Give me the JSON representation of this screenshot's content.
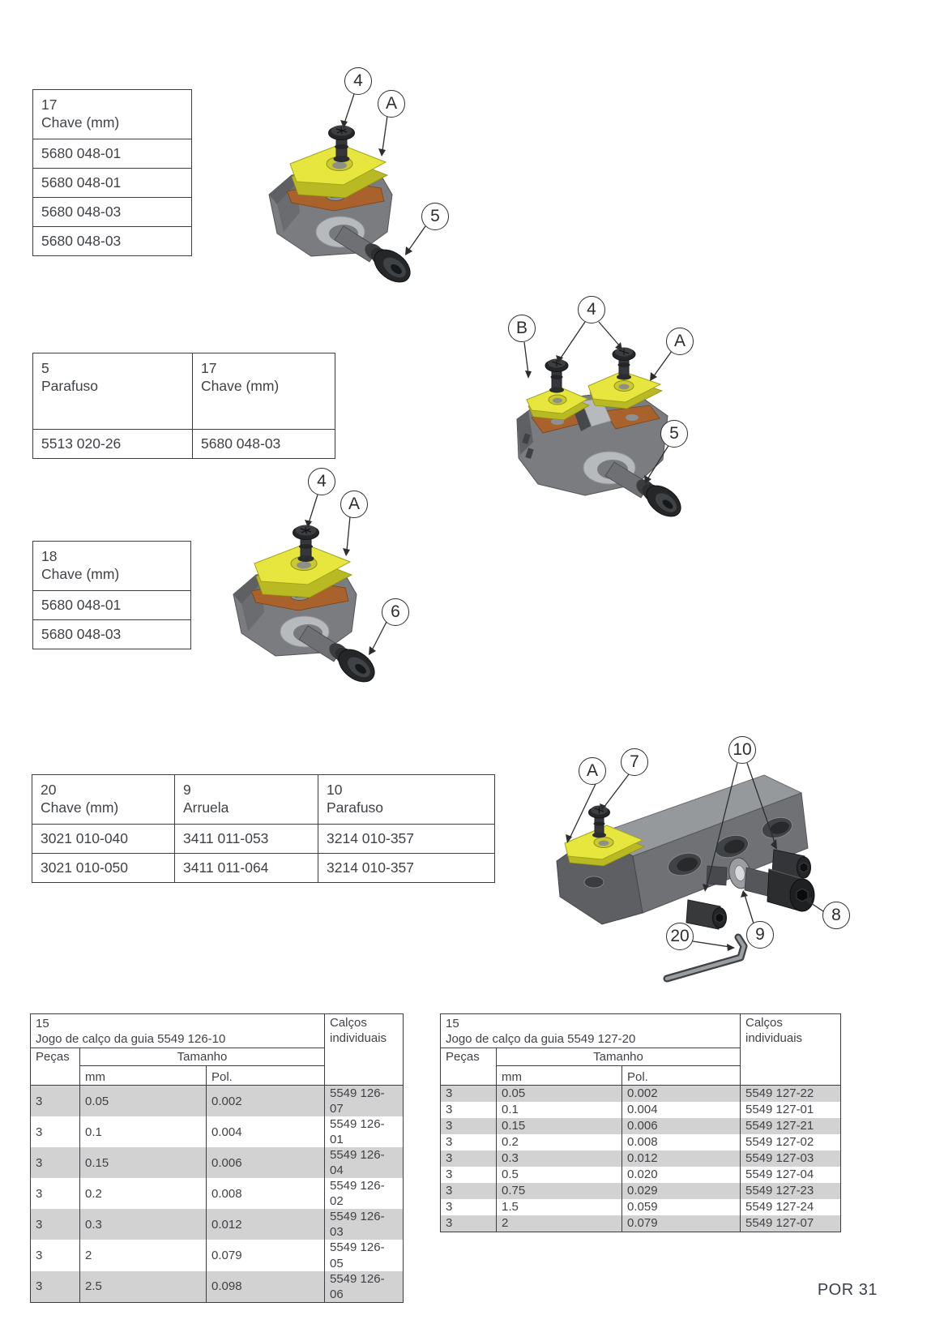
{
  "colors": {
    "insert_yellow": "#e6e63e",
    "seat_brown": "#a9622c",
    "body_gray": "#7a7c7f",
    "row_shade": "#d2d2d2",
    "table_line": "#3b3d40"
  },
  "tables": {
    "t1": {
      "num": "17",
      "label": "Chave (mm)",
      "rows": [
        "5680 048-01",
        "5680 048-01",
        "5680 048-03",
        "5680 048-03"
      ]
    },
    "t2": {
      "cols": [
        {
          "num": "5",
          "label": "Parafuso",
          "value": "5513 020-26"
        },
        {
          "num": "17",
          "label": "Chave (mm)",
          "value": "5680 048-03"
        }
      ]
    },
    "t3": {
      "num": "18",
      "label": "Chave (mm)",
      "rows": [
        "5680 048-01",
        "5680 048-03"
      ]
    },
    "t4": {
      "cols": [
        {
          "num": "20",
          "label": "Chave (mm)"
        },
        {
          "num": "9",
          "label": "Arruela"
        },
        {
          "num": "10",
          "label": "Parafuso"
        }
      ],
      "rows": [
        [
          "3021 010-040",
          "3411 011-053",
          "3214 010-357"
        ],
        [
          "3021 010-050",
          "3411 011-064",
          "3214 010-357"
        ]
      ]
    },
    "shim_left": {
      "num": "15",
      "title": "Jogo de calço da guia 5549 126-10",
      "side_header": "Calços individuais",
      "col_pieces": "Peças",
      "col_size": "Tamanho",
      "col_mm": "mm",
      "col_in": "Pol.",
      "rows": [
        [
          "3",
          "0.05",
          "0.002",
          "5549 126-07"
        ],
        [
          "3",
          "0.1",
          "0.004",
          "5549 126-01"
        ],
        [
          "3",
          "0.15",
          "0.006",
          "5549 126-04"
        ],
        [
          "3",
          "0.2",
          "0.008",
          "5549 126-02"
        ],
        [
          "3",
          "0.3",
          "0.012",
          "5549 126-03"
        ],
        [
          "3",
          "2",
          "0.079",
          "5549 126-05"
        ],
        [
          "3",
          "2.5",
          "0.098",
          "5549 126-06"
        ]
      ]
    },
    "shim_right": {
      "num": "15",
      "title": "Jogo de calço da guia 5549 127-20",
      "side_header": "Calços individuais",
      "col_pieces": "Peças",
      "col_size": "Tamanho",
      "col_mm": "mm",
      "col_in": "Pol.",
      "rows": [
        [
          "3",
          "0.05",
          "0.002",
          "5549 127-22"
        ],
        [
          "3",
          "0.1",
          "0.004",
          "5549 127-01"
        ],
        [
          "3",
          "0.15",
          "0.006",
          "5549 127-21"
        ],
        [
          "3",
          "0.2",
          "0.008",
          "5549 127-02"
        ],
        [
          "3",
          "0.3",
          "0.012",
          "5549 127-03"
        ],
        [
          "3",
          "0.5",
          "0.020",
          "5549 127-04"
        ],
        [
          "3",
          "0.75",
          "0.029",
          "5549 127-23"
        ],
        [
          "3",
          "1.5",
          "0.059",
          "5549 127-24"
        ],
        [
          "3",
          "2",
          "0.079",
          "5549 127-07"
        ]
      ]
    }
  },
  "diagrams": {
    "d1": {
      "callouts": [
        "4",
        "A",
        "5"
      ]
    },
    "d2": {
      "callouts": [
        "B",
        "4",
        "A",
        "5"
      ]
    },
    "d3": {
      "callouts": [
        "4",
        "A",
        "6"
      ]
    },
    "d4": {
      "callouts": [
        "A",
        "7",
        "10",
        "8",
        "9",
        "20"
      ]
    }
  },
  "footer": {
    "page_label": "POR 31"
  }
}
